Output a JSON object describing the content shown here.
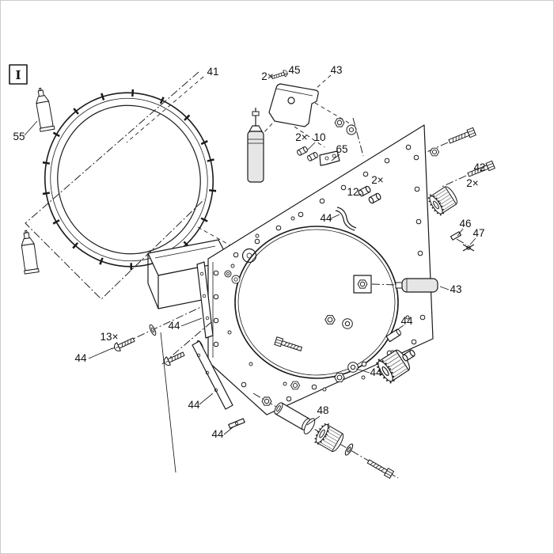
{
  "figure": {
    "frame_label": "I",
    "background_color": "#ffffff",
    "line_color": "#1a1a1a",
    "border_color": "#cccccc"
  },
  "callouts": [
    {
      "label": "41"
    },
    {
      "label": "2×"
    },
    {
      "label": "45"
    },
    {
      "label": "43"
    },
    {
      "label": "2×"
    },
    {
      "label": "10"
    },
    {
      "label": "65"
    },
    {
      "label": "42"
    },
    {
      "label": "2×"
    },
    {
      "label": "2×"
    },
    {
      "label": "12"
    },
    {
      "label": "44"
    },
    {
      "label": "46"
    },
    {
      "label": "47"
    },
    {
      "label": "43"
    },
    {
      "label": "44"
    },
    {
      "label": "44"
    },
    {
      "label": "13×"
    },
    {
      "label": "44"
    },
    {
      "label": "44"
    },
    {
      "label": "44"
    },
    {
      "label": "48"
    },
    {
      "label": "44"
    },
    {
      "label": "55"
    }
  ]
}
